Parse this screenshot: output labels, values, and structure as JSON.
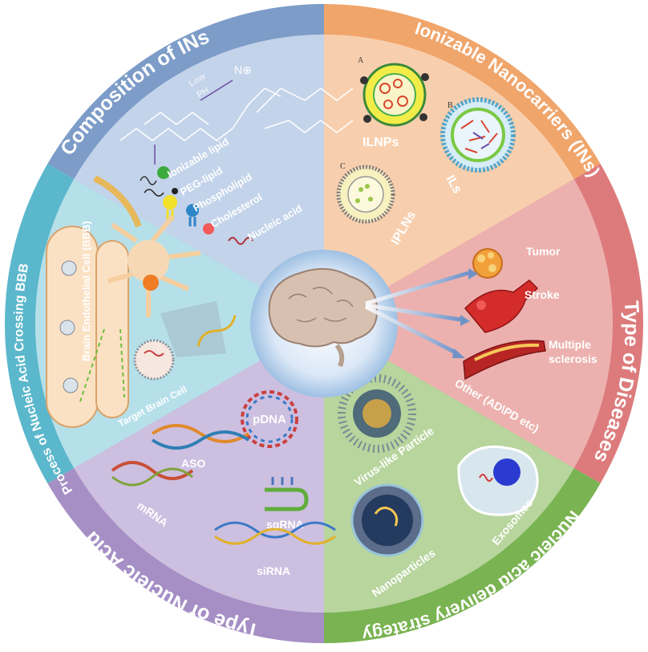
{
  "ring_titles": {
    "composition": "Composition of INs",
    "ionizable": "Ionizable Nanocarriers (INs)",
    "diseases": "Type of Diseases",
    "delivery": "Nucleic acid delivery strategy",
    "nucleic_acid": "Type of Nucleic Acid",
    "bbb": "Process of Nucleic Acid Crossing BBB"
  },
  "composition": {
    "low_ph": "Low",
    "low_ph_2": "PH",
    "items": [
      "Ionizable lipid",
      "PEG-lipid",
      "Phospholipid",
      "Cholesterol",
      "Nucleic acid"
    ]
  },
  "ionizable": {
    "panel_a": "A",
    "panel_b": "B",
    "panel_c": "C",
    "ilnps": "ILNPs",
    "ils": "ILs",
    "iplns": "IPLNs"
  },
  "diseases": {
    "tumor": "Tumor",
    "stroke": "Stroke",
    "ms_1": "Multiple",
    "ms_2": "sclerosis",
    "other": "Other (AD\\PD etc)"
  },
  "delivery": {
    "vlp": "Virus-like Particle",
    "exosomes": "Exosomes",
    "nanoparticles": "Nanoparticles"
  },
  "nucleic_acid": {
    "pdna": "pDNA",
    "aso": "ASO",
    "mrna": "mRNA",
    "sgrna": "sgRNA",
    "sirna": "siRNA"
  },
  "bbb": {
    "endothelial": "Brain Endothelial Cell (BBB)",
    "target": "Target Brain Cell"
  },
  "colors": {
    "composition": "#7d9cc8",
    "ionizable": "#f0a56b",
    "diseases": "#dd7b7c",
    "delivery": "#79b352",
    "nucleic_acid": "#a58fc5",
    "bbb": "#5bb7cc"
  }
}
